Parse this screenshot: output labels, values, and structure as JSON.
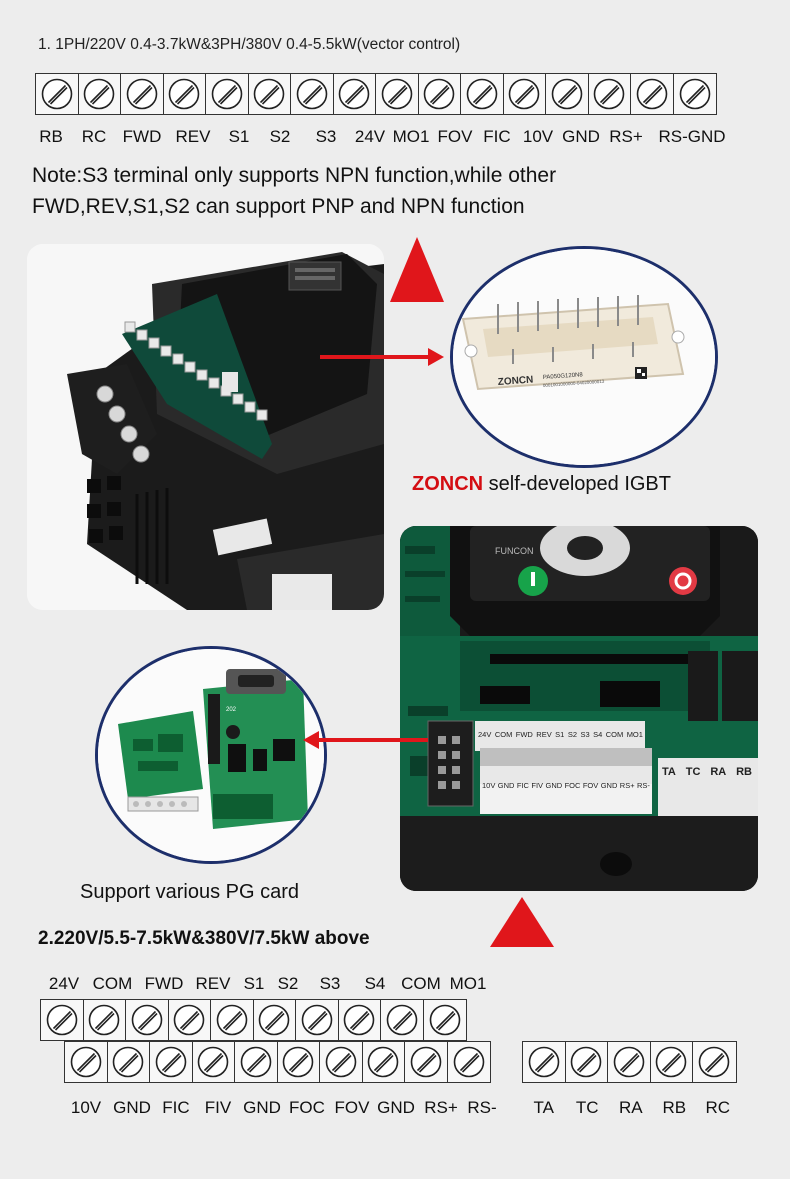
{
  "section1": {
    "heading": "1. 1PH/220V 0.4-3.7kW&3PH/380V 0.4-5.5kW(vector control)",
    "terminals": [
      "RB",
      "RC",
      "FWD",
      "REV",
      "S1",
      "S2",
      "S3",
      "24V",
      "MO1",
      "FOV",
      "FIC",
      "10V",
      "GND",
      "RS+",
      "RS-GND"
    ],
    "note_line1": "Note:S3 terminal only supports NPN function,while other",
    "note_line2": "FWD,REV,S1,S2 can support PNP and NPN function"
  },
  "igbt": {
    "chip_brand": "ZONCN",
    "chip_model": "PA050G120N8",
    "chip_serial": "0001001000000-04020000013",
    "caption_brand": "ZONCN",
    "caption_text": "self-developed IGBT"
  },
  "board": {
    "row1": [
      "24V",
      "COM",
      "FWD",
      "REV",
      "S1",
      "S2",
      "S3",
      "S4",
      "COM",
      "MO1"
    ],
    "row2": [
      "10V",
      "GND",
      "FIC",
      "FIV",
      "GND",
      "FOC",
      "FOV",
      "GND",
      "RS+",
      "RS-"
    ],
    "relay": [
      "TA",
      "TC",
      "RA",
      "RB"
    ],
    "logo": "FUNCON"
  },
  "pg_card": {
    "caption": "Support various PG card",
    "chip_label": "202"
  },
  "section2": {
    "heading": "2.220V/5.5-7.5kW&380V/7.5kW above",
    "top_labels": [
      "24V",
      "COM",
      "FWD",
      "REV",
      "S1",
      "S2",
      "S3",
      "S4",
      "COM",
      "MO1"
    ],
    "bottom_labels": [
      "10V",
      "GND",
      "FIC",
      "FIV",
      "GND",
      "FOC",
      "FOV",
      "GND",
      "RS+",
      "RS-"
    ],
    "relay_labels": [
      "TA",
      "TC",
      "RA",
      "RB",
      "RC"
    ]
  },
  "colors": {
    "accent_red": "#e0161b",
    "brand_red": "#d40d12",
    "circle_border": "#1d2f6b",
    "background": "#ededed"
  }
}
